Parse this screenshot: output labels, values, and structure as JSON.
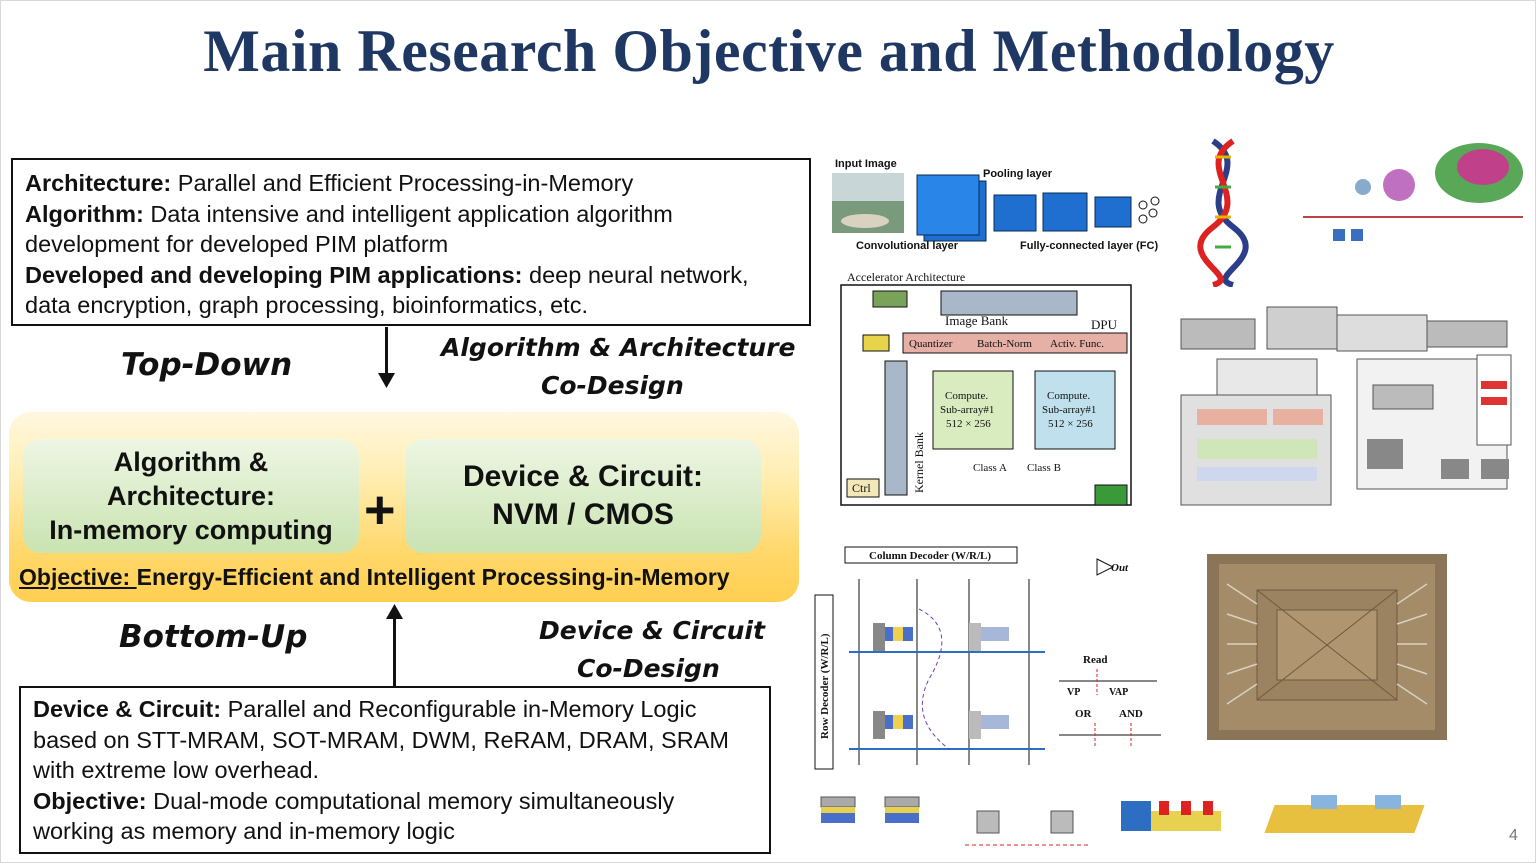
{
  "title": "Main Research Objective and Methodology",
  "top_box": {
    "line1_label": "Architecture:",
    "line1_text": " Parallel and Efficient Processing-in-Memory",
    "line2_label": "Algorithm:",
    "line2_text": " Data intensive and intelligent application algorithm development for developed PIM platform",
    "line3_label": "Developed and developing PIM applications:",
    "line3_text": " deep neural network, data encryption, graph processing, bioinformatics, etc."
  },
  "top_down": "Top-Down",
  "algo_arch_codesign_1": "Algorithm & Architecture",
  "algo_arch_codesign_2": "Co-Design",
  "green_left": "Algorithm & Architecture: In-memory computing",
  "green_left_l1": "Algorithm &",
  "green_left_l2": "Architecture:",
  "green_left_l3": "In-memory computing",
  "plus": "+",
  "green_right_l1": "Device & Circuit:",
  "green_right_l2": "NVM / CMOS",
  "objective_label": "Objective: ",
  "objective_text": "Energy-Efficient and Intelligent Processing-in-Memory",
  "bottom_up": "Bottom-Up",
  "dev_circ_codesign_1": "Device & Circuit",
  "dev_circ_codesign_2": "Co-Design",
  "bottom_box": {
    "line1_label": "Device & Circuit:",
    "line1_text": " Parallel and Reconfigurable in-Memory Logic based on STT-MRAM, SOT-MRAM, DWM, ReRAM, DRAM, SRAM with extreme low overhead.",
    "line2_label": "Objective:",
    "line2_text": " Dual-mode computational memory simultaneously working as memory and in-memory logic"
  },
  "cnn_fig": {
    "input_image": "Input Image",
    "pooling_layer": "Pooling layer",
    "conv_layer": "Convolutional layer",
    "fc_layer": "Fully-connected layer (FC)"
  },
  "accel_fig": {
    "title": "Accelerator Architecture",
    "image_bank": "Image Bank",
    "dpu": "DPU",
    "quantizer": "Quantizer",
    "batch_norm": "Batch-Norm",
    "activ": "Activ. Func.",
    "compute": "Compute.",
    "subarray": "Sub-array#1",
    "size": "512 × 256",
    "kernel_bank": "Kernel Bank",
    "ctrl": "Ctrl",
    "class_a": "Class A",
    "class_b": "Class B"
  },
  "circuit_fig": {
    "col_decoder": "Column Decoder (W/R/L)",
    "row_decoder": "Row Decoder (W/R/L)",
    "read": "Read",
    "or": "OR",
    "and": "AND",
    "out": "Out",
    "vp": "VP",
    "vap": "VAP"
  },
  "page_number": "4",
  "colors": {
    "title": "#1f3863",
    "band": "#ffd76a",
    "green": "#c9e3b1"
  }
}
